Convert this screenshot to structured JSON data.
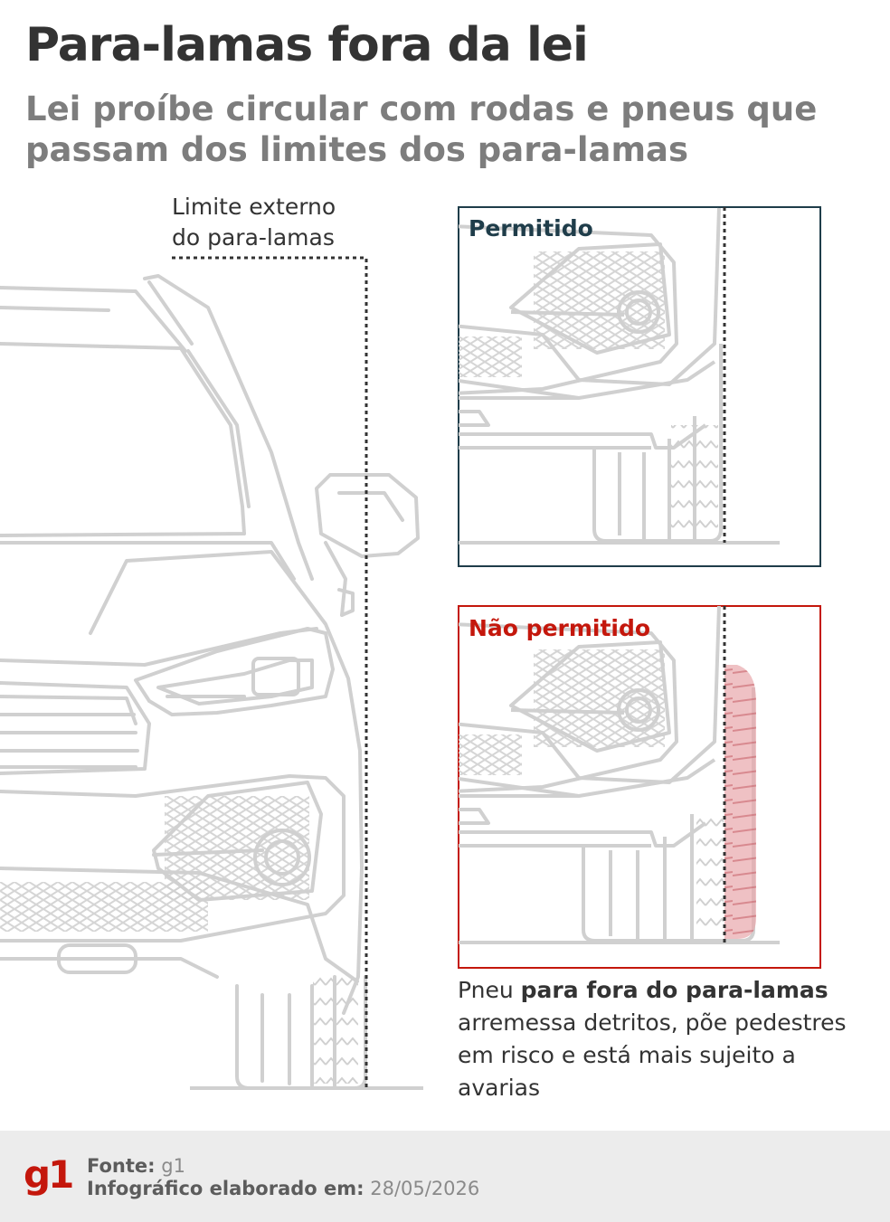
{
  "title": "Para-lamas fora da lei",
  "subtitle": "Lei proíbe circular com rodas e pneus que passam dos limites dos para-lamas",
  "limit_label": {
    "line1": "Limite externo",
    "line2": "do para-lamas"
  },
  "panels": {
    "allowed": {
      "label": "Permitido",
      "color": "#1f3d4a"
    },
    "not_allowed": {
      "label": "Não permitido",
      "color": "#c4170c"
    }
  },
  "caption": {
    "prefix": "Pneu ",
    "bold": "para fora do para-lamas",
    "suffix": " arremessa detritos, põe pedestres em risco e está mais sujeito a avarias"
  },
  "footer": {
    "logo": "g1",
    "source_label": "Fonte:",
    "source_value": "g1",
    "date_label": "Infográfico elaborado em:",
    "date_value": "28/05/2026"
  },
  "colors": {
    "line_art": "#d0d0d0",
    "highlight": "#e8a6ab",
    "footer_bg": "#ececec"
  }
}
